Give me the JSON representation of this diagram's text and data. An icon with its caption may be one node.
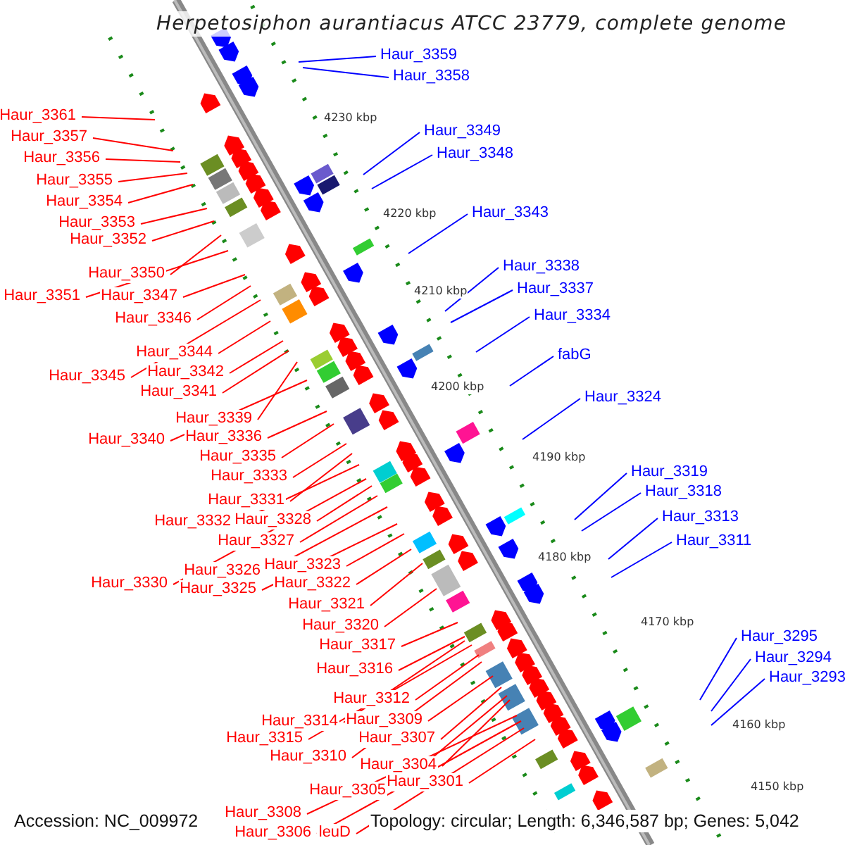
{
  "diagram": {
    "title": "Herpetosiphon aurantiacus ATCC 23779, complete genome",
    "nodes": [
      {
        "text": [
          "Haur_3361"
        ]
      },
      {
        "text": [
          "Haur_3357"
        ]
      },
      {
        "text": [
          "Haur_3356"
        ]
      },
      {
        "text": [
          "Haur_3355"
        ]
      },
      {
        "text": [
          "Haur_3354"
        ]
      },
      {
        "text": [
          "Haur_3353"
        ]
      },
      {
        "text": [
          "Haur_3352"
        ]
      },
      {
        "text": [
          "Haur_3350"
        ]
      },
      {
        "text": [
          "Haur_3351"
        ]
      },
      {
        "text": [
          "Haur_3347"
        ]
      },
      {
        "text": [
          "Haur_3346"
        ]
      },
      {
        "text": [
          "Haur_3344"
        ]
      },
      {
        "text": [
          "Haur_3345"
        ]
      },
      {
        "text": [
          "Haur_3342"
        ]
      },
      {
        "text": [
          "Haur_3341"
        ]
      },
      {
        "text": [
          "Haur_3339"
        ]
      },
      {
        "text": [
          "Haur_3340"
        ]
      },
      {
        "text": [
          "Haur_3336"
        ]
      },
      {
        "text": [
          "Haur_3335"
        ]
      },
      {
        "text": [
          "Haur_3333"
        ]
      },
      {
        "text": [
          "Haur_3331"
        ]
      },
      {
        "text": [
          "Haur_3332"
        ]
      },
      {
        "text": [
          "Haur_3328"
        ]
      },
      {
        "text": [
          "Haur_3327"
        ]
      },
      {
        "text": [
          "Haur_3323"
        ]
      },
      {
        "text": [
          "Haur_3326"
        ]
      },
      {
        "text": [
          "Haur_3330"
        ]
      },
      {
        "text": [
          "Haur_3325"
        ]
      },
      {
        "text": [
          "Haur_3322"
        ]
      },
      {
        "text": [
          "Haur_3321"
        ]
      },
      {
        "text": [
          "Haur_3320"
        ]
      },
      {
        "text": [
          "Haur_3317"
        ]
      },
      {
        "text": [
          "Haur_3316"
        ]
      },
      {
        "text": [
          "Haur_3312"
        ]
      },
      {
        "text": [
          "Haur_3314"
        ]
      },
      {
        "text": [
          "Haur_3309"
        ]
      },
      {
        "text": [
          "Haur_3315"
        ]
      },
      {
        "text": [
          "Haur_3307"
        ]
      },
      {
        "text": [
          "Haur_3310"
        ]
      },
      {
        "text": [
          "Haur_3304"
        ]
      },
      {
        "text": [
          "Haur_3305"
        ]
      },
      {
        "text": [
          "Haur_3301"
        ]
      },
      {
        "text": [
          "Haur_3308"
        ]
      },
      {
        "text": [
          "Haur_3306"
        ]
      },
      {
        "text": [
          "leuD"
        ]
      },
      {
        "text": [
          "Haur_3359"
        ]
      },
      {
        "text": [
          "Haur_3358"
        ]
      },
      {
        "text": [
          "Haur_3349"
        ]
      },
      {
        "text": [
          "Haur_3348"
        ]
      },
      {
        "text": [
          "Haur_3343"
        ]
      },
      {
        "text": [
          "Haur_3338"
        ]
      },
      {
        "text": [
          "Haur_3337"
        ]
      },
      {
        "text": [
          "Haur_3334"
        ]
      },
      {
        "text": [
          "fabG"
        ]
      },
      {
        "text": [
          "Haur_3324"
        ]
      },
      {
        "text": [
          "Haur_3319"
        ]
      },
      {
        "text": [
          "Haur_3318"
        ]
      },
      {
        "text": [
          "Haur_3313"
        ]
      },
      {
        "text": [
          "Haur_3311"
        ]
      },
      {
        "text": [
          "Haur_3295"
        ]
      },
      {
        "text": [
          "Haur_3294"
        ]
      },
      {
        "text": [
          "Haur_3293"
        ]
      }
    ],
    "edges": [
      {
        "from": 0,
        "to": null,
        "arrow": "none"
      },
      {
        "from": 1,
        "to": null,
        "arrow": "none"
      },
      {
        "from": 2,
        "to": null,
        "arrow": "none"
      },
      {
        "from": 3,
        "to": null,
        "arrow": "none"
      },
      {
        "from": 4,
        "to": null,
        "arrow": "none"
      },
      {
        "from": 5,
        "to": null,
        "arrow": "none"
      },
      {
        "from": 6,
        "to": null,
        "arrow": "none"
      },
      {
        "from": 7,
        "to": null,
        "arrow": "none"
      },
      {
        "from": 8,
        "to": null,
        "arrow": "none"
      },
      {
        "from": 9,
        "to": null,
        "arrow": "none"
      },
      {
        "from": 10,
        "to": null,
        "arrow": "none"
      },
      {
        "from": 11,
        "to": null,
        "arrow": "none"
      },
      {
        "from": 12,
        "to": null,
        "arrow": "none"
      },
      {
        "from": 13,
        "to": null,
        "arrow": "none"
      },
      {
        "from": 14,
        "to": null,
        "arrow": "none"
      },
      {
        "from": 15,
        "to": null,
        "arrow": "none"
      },
      {
        "from": 16,
        "to": null,
        "arrow": "none"
      },
      {
        "from": 17,
        "to": null,
        "arrow": "none"
      },
      {
        "from": 18,
        "to": null,
        "arrow": "none"
      },
      {
        "from": 19,
        "to": null,
        "arrow": "none"
      },
      {
        "from": 20,
        "to": null,
        "arrow": "none"
      },
      {
        "from": 21,
        "to": null,
        "arrow": "none"
      },
      {
        "from": 22,
        "to": null,
        "arrow": "none"
      },
      {
        "from": 23,
        "to": null,
        "arrow": "none"
      },
      {
        "from": 24,
        "to": null,
        "arrow": "none"
      },
      {
        "from": 25,
        "to": null,
        "arrow": "none"
      },
      {
        "from": 26,
        "to": null,
        "arrow": "none"
      },
      {
        "from": 27,
        "to": null,
        "arrow": "none"
      },
      {
        "from": 28,
        "to": null,
        "arrow": "none"
      },
      {
        "from": 29,
        "to": null,
        "arrow": "none"
      },
      {
        "from": 30,
        "to": null,
        "arrow": "none"
      },
      {
        "from": 31,
        "to": null,
        "arrow": "none"
      },
      {
        "from": 32,
        "to": null,
        "arrow": "none"
      },
      {
        "from": 33,
        "to": null,
        "arrow": "none"
      },
      {
        "from": 34,
        "to": null,
        "arrow": "none"
      },
      {
        "from": 35,
        "to": null,
        "arrow": "none"
      },
      {
        "from": 36,
        "to": null,
        "arrow": "none"
      },
      {
        "from": 37,
        "to": null,
        "arrow": "none"
      },
      {
        "from": 38,
        "to": null,
        "arrow": "none"
      },
      {
        "from": 39,
        "to": null,
        "arrow": "none"
      },
      {
        "from": 40,
        "to": null,
        "arrow": "none"
      },
      {
        "from": 41,
        "to": null,
        "arrow": "none"
      },
      {
        "from": 42,
        "to": null,
        "arrow": "none"
      },
      {
        "from": 43,
        "to": null,
        "arrow": "none"
      },
      {
        "from": 44,
        "to": null,
        "arrow": "none"
      },
      {
        "from": 45,
        "to": null,
        "arrow": "none",
        "color": "#0000ff"
      },
      {
        "from": 46,
        "to": null,
        "arrow": "none",
        "color": "#0000ff"
      },
      {
        "from": 47,
        "to": null,
        "arrow": "none",
        "color": "#0000ff"
      },
      {
        "from": 48,
        "to": null,
        "arrow": "none",
        "color": "#0000ff"
      },
      {
        "from": 49,
        "to": null,
        "arrow": "none",
        "color": "#0000ff"
      },
      {
        "from": 50,
        "to": null,
        "arrow": "none",
        "color": "#0000ff"
      },
      {
        "from": 51,
        "to": null,
        "arrow": "none",
        "color": "#0000ff"
      },
      {
        "from": 52,
        "to": null,
        "arrow": "none",
        "color": "#0000ff"
      },
      {
        "from": 53,
        "to": null,
        "arrow": "none",
        "color": "#0000ff"
      },
      {
        "from": 54,
        "to": null,
        "arrow": "none",
        "color": "#0000ff"
      },
      {
        "from": 55,
        "to": null,
        "arrow": "none",
        "color": "#0000ff"
      },
      {
        "from": 56,
        "to": null,
        "arrow": "none",
        "color": "#0000ff"
      },
      {
        "from": 57,
        "to": null,
        "arrow": "none",
        "color": "#0000ff"
      },
      {
        "from": 58,
        "to": null,
        "arrow": "none",
        "color": "#0000ff"
      },
      {
        "from": 59,
        "to": null,
        "arrow": "none",
        "color": "#0000ff"
      },
      {
        "from": 60,
        "to": null,
        "arrow": "none",
        "color": "#0000ff"
      },
      {
        "from": 61,
        "to": null,
        "arrow": "none",
        "color": "#0000ff"
      }
    ],
    "labels": [
      "4230 kbp",
      "4220 kbp",
      "4210 kbp",
      "4200 kbp",
      "4190 kbp",
      "4180 kbp",
      "4170 kbp",
      "4160 kbp",
      "4150 kbp",
      "Accession: NC_009972",
      "Topology: circular; Length: 6,346,587 bp; Genes: 5,042"
    ]
  }
}
